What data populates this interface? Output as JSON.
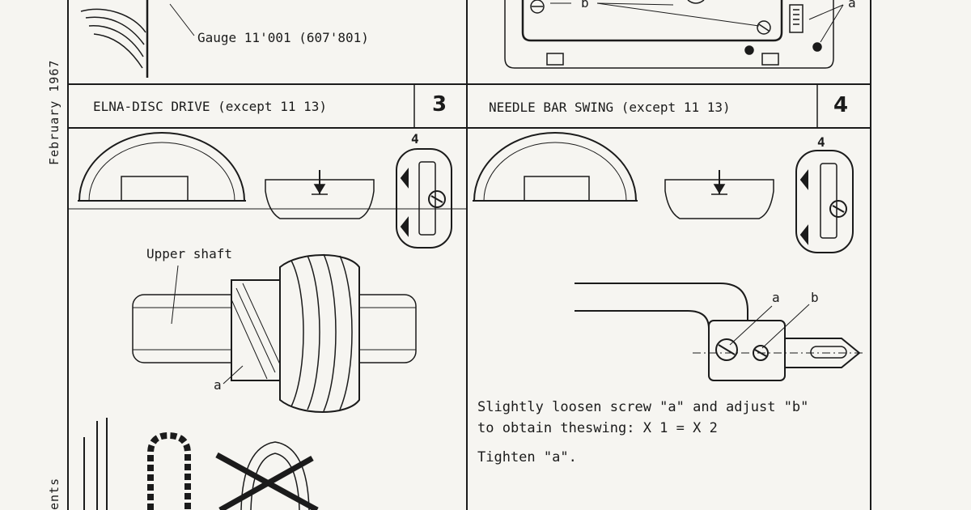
{
  "sidebar": {
    "date": "February 1967",
    "bottom_fragment": "ents"
  },
  "panel_top_left": {
    "gauge_label": "Gauge 11'001 (607'801)"
  },
  "panel_top_right": {
    "label_a": "a",
    "label_b": "b"
  },
  "panel3": {
    "title": "ELNA-DISC DRIVE (except 11  13)",
    "number": "3",
    "dial_number": "4",
    "shaft_label": "Upper shaft",
    "label_a": "a"
  },
  "panel4": {
    "title": "NEEDLE BAR SWING (except 11  13)",
    "number": "4",
    "dial_number": "4",
    "label_a": "a",
    "label_b": "b",
    "instruction_line1": "Slightly loosen screw \"a\" and adjust \"b\"",
    "instruction_line2": "to obtain theswing: X 1 = X 2",
    "instruction_line3": "Tighten \"a\"."
  }
}
